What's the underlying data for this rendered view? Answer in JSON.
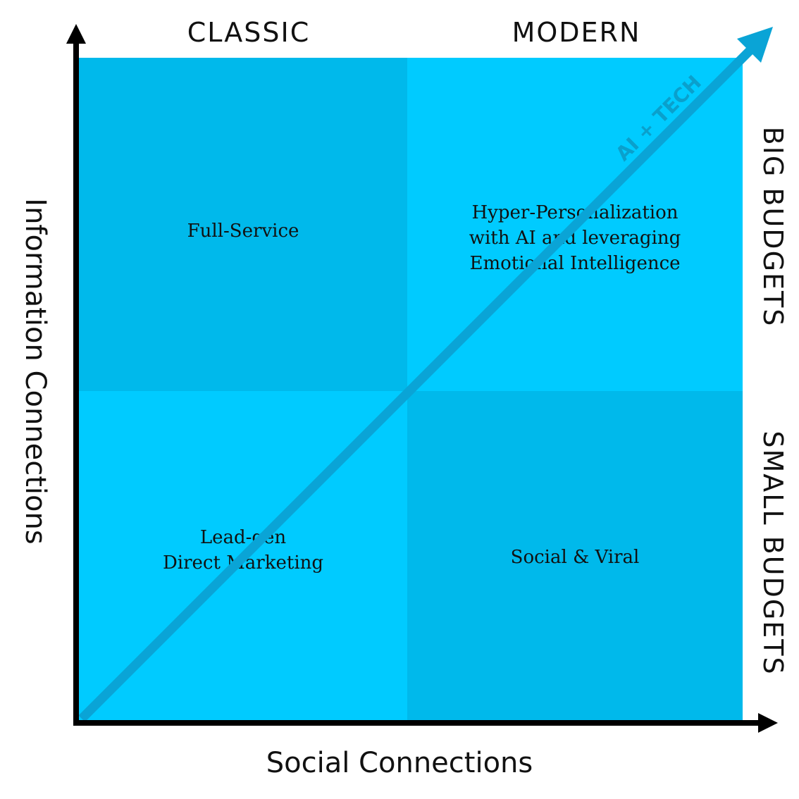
{
  "columns": {
    "classic": "CLASSIC",
    "modern": "MODERN"
  },
  "rows": {
    "big": "BIG BUDGETS",
    "small": "SMALL BUDGETS"
  },
  "axes": {
    "x": "Social Connections",
    "y": "Information Connections"
  },
  "trend": {
    "label": "AI + TECH"
  },
  "quadrants": {
    "top_left": "Full-Service",
    "top_right": "Hyper-Personalization\nwith AI and leveraging\nEmotional Intelligence",
    "bottom_left": "Lead-gen\nDirect Marketing",
    "bottom_right": "Social & Viral"
  },
  "colors": {
    "quadrant_dark": "#00b9eb",
    "quadrant_light": "#00cbff",
    "trend_arrow": "#0aa4d6",
    "axis": "#000000"
  }
}
